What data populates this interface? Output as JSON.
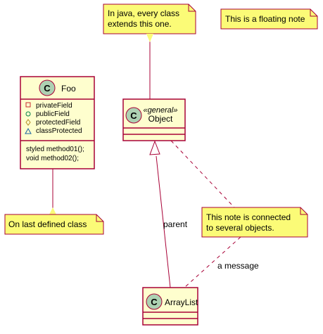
{
  "classes": {
    "foo": {
      "stereotype_letter": "C",
      "name": "Foo",
      "fields": [
        {
          "visibility": "private",
          "text": "privateField"
        },
        {
          "visibility": "public",
          "text": "publicField"
        },
        {
          "visibility": "protected",
          "text": "protectedField"
        },
        {
          "visibility": "package",
          "text": "classProtected"
        }
      ],
      "methods": [
        "styled method01();",
        "void method02();"
      ]
    },
    "object": {
      "stereotype_letter": "C",
      "stereotype": "«general»",
      "name": "Object"
    },
    "arraylist": {
      "stereotype_letter": "C",
      "name": "ArrayList"
    }
  },
  "notes": {
    "java_note": {
      "lines": [
        "In java, every class",
        "extends this one."
      ]
    },
    "floating_note": {
      "lines": [
        "This is a floating note"
      ]
    },
    "foo_note": {
      "lines": [
        "On last defined class"
      ]
    },
    "connected_note": {
      "lines": [
        "This note is connected",
        "to several objects."
      ]
    }
  },
  "edge_labels": {
    "parent": "parent",
    "message": "a message"
  },
  "colors": {
    "class_fill": "#fefece",
    "class_border": "#a80036",
    "circle_fill": "#add1b2",
    "note_fill": "#fbfb77",
    "note_border": "#a80036",
    "edge": "#a80036",
    "text": "#000000"
  }
}
